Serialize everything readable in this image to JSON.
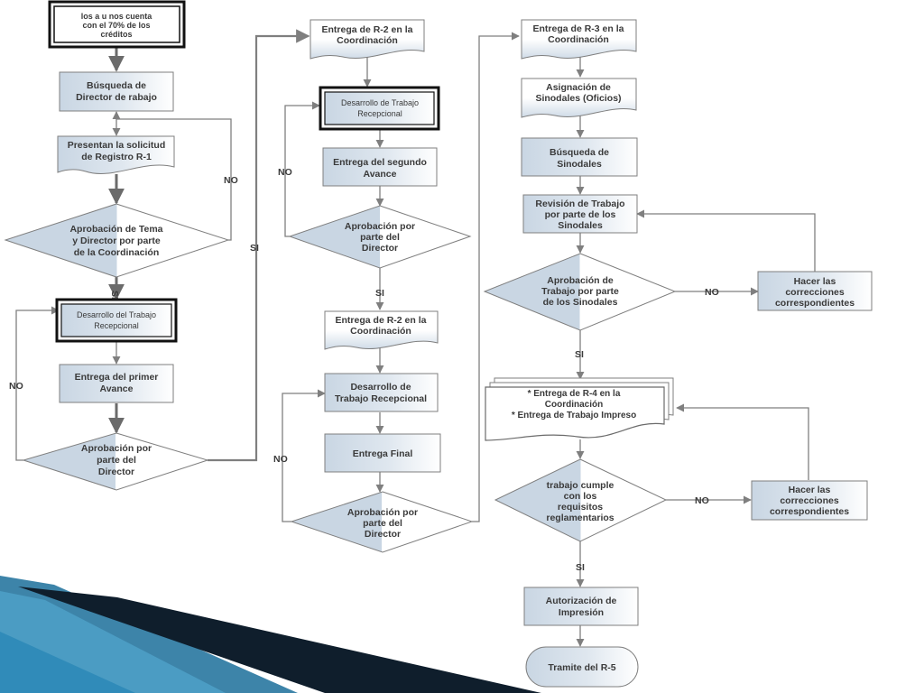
{
  "colors": {
    "fill_dark": "#c9d6e3",
    "fill_light": "#ffffff",
    "stroke": "#7f7f7f",
    "text": "#3a3a3a",
    "accent_dark": "#0f1e2c",
    "accent_blue": "#1b6f9a"
  },
  "nodes": {
    "n1": [
      "los a u   nos cuenta",
      "con el 70% de los",
      "créditos"
    ],
    "n2": [
      "Búsqueda de",
      "Director de    rabajo"
    ],
    "n3": [
      "Presentan la solicitud",
      "de Registro R-1"
    ],
    "n4": [
      "Aprobación de Tema",
      "y Director por parte",
      "de la Coordinación"
    ],
    "n5": [
      "Desarrollo del Trabajo",
      "Recepcional"
    ],
    "n6": [
      "Entrega del primer",
      "Avance"
    ],
    "n7": [
      "Aprobación por",
      "parte del",
      "Director"
    ],
    "m1": [
      "Entrega de R-2 en la",
      "Coordinación"
    ],
    "m2": [
      "Desarrollo de Trabajo",
      "Recepcional"
    ],
    "m3": [
      "Entrega del segundo",
      "Avance"
    ],
    "m4": [
      "Aprobación por",
      "parte del",
      "Director"
    ],
    "m5": [
      "Entrega de R-2 en la",
      "Coordinación"
    ],
    "m6": [
      "Desarrollo de",
      "Trabajo Recepcional"
    ],
    "m7": [
      "Entrega Final"
    ],
    "m8": [
      "Aprobación por",
      "parte del",
      "Director"
    ],
    "r1": [
      "Entrega de R-3 en la",
      "Coordinación"
    ],
    "r2": [
      "Asignación de",
      "Sinodales (Oficios)"
    ],
    "r3": [
      "Búsqueda de",
      "Sinodales"
    ],
    "r4": [
      "Revisión de Trabajo",
      "por parte de los",
      "Sinodales"
    ],
    "r5": [
      "Aprobación de",
      "Trabajo por parte",
      "de los Sinodales"
    ],
    "r6": [
      "Hacer las",
      "correcciones",
      "correspondientes"
    ],
    "r7": [
      "* Entrega de R-4 en la",
      "Coordinación",
      "* Entrega de Trabajo Impreso"
    ],
    "r8": [
      "trabajo cumple",
      "con los",
      "requisitos",
      "reglamentarios"
    ],
    "r9": [
      "Hacer las",
      "correcciones",
      "correspondientes"
    ],
    "r10": [
      "Autorización de",
      "Impresión"
    ],
    "r11": [
      "Tramite del R-5"
    ]
  },
  "labels": {
    "no_1": "NO",
    "si_1": "SI",
    "no_2": "NO",
    "si_2": "SI",
    "no_3": "NO",
    "si_3": "SI",
    "no_4": "NO",
    "no_5": "NO",
    "si_4": "SI",
    "no_6": "NO",
    "si_5": "SI"
  }
}
